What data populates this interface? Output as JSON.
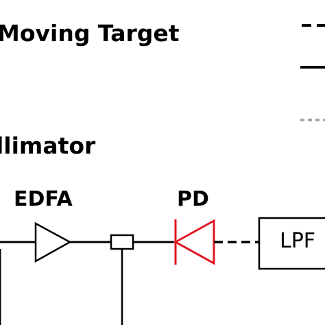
{
  "labels": {
    "moving_target": "Moving Target",
    "collimator": "llimator",
    "edfa": "EDFA",
    "pd": "PD",
    "lpf": "LPF"
  },
  "colors": {
    "line": "#000000",
    "photodiode": "#e0141e",
    "legend_dotted": "#a6a6a6"
  }
}
